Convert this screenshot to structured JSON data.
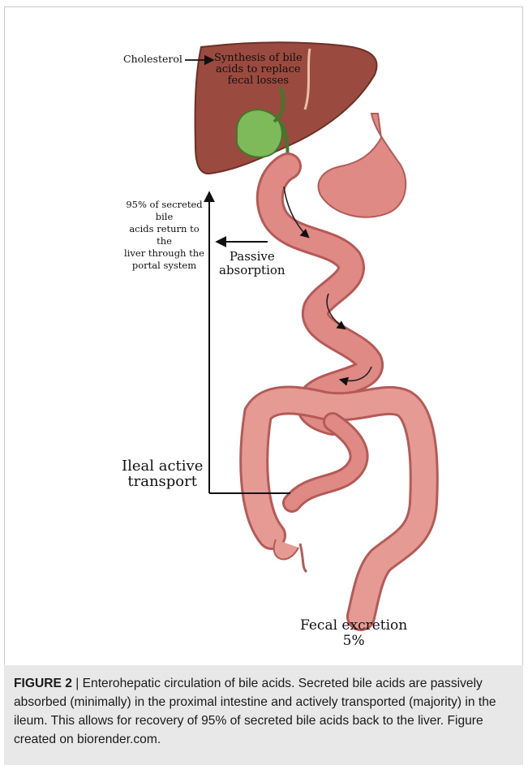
{
  "labels": {
    "cholesterol": "Cholesterol",
    "synthesis": [
      "Synthesis of bile",
      "acids to replace",
      "fecal losses"
    ],
    "return": [
      "95% of secreted bile",
      "acids return to the",
      "liver through the",
      "portal system"
    ],
    "passive": [
      "Passive",
      "absorption"
    ],
    "ileal": [
      "Ileal active",
      "transport"
    ],
    "fecal": [
      "Fecal excretion",
      "5%"
    ]
  },
  "caption": {
    "figure_label": "FIGURE 2",
    "separator": " | ",
    "text": "Enterohepatic circulation of bile acids. Secreted bile acids are passively absorbed (minimally) in the proximal intestine and actively transported (majority) in the ileum. This allows for recovery of 95% of secreted bile acids back to the liver. Figure created on biorender.com."
  },
  "colors": {
    "liver": "#9a4a3e",
    "gallbladder": "#7fba5a",
    "intestine": "#e08a86",
    "colon": "#e59a94"
  }
}
